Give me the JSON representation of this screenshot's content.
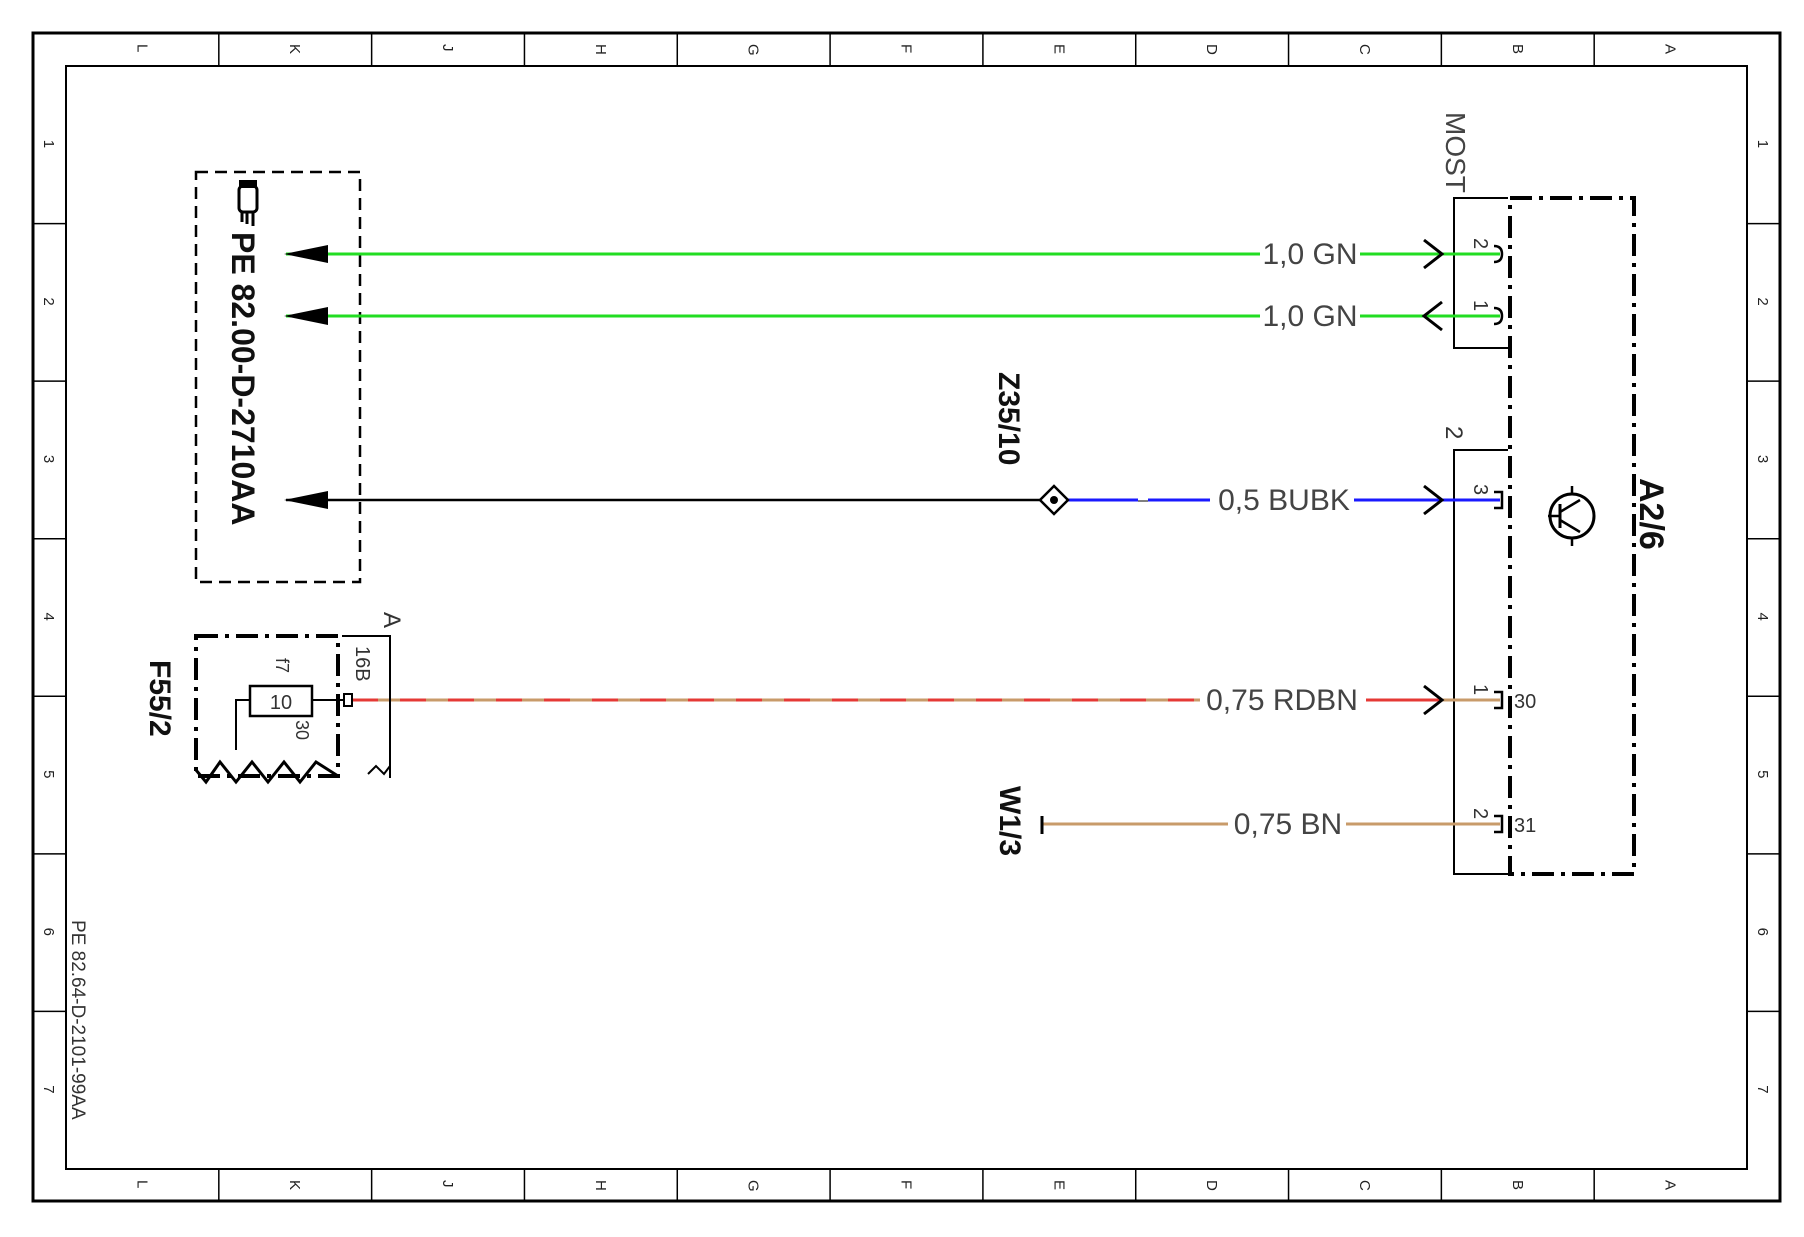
{
  "grid": {
    "columns": [
      "L",
      "K",
      "J",
      "H",
      "G",
      "F",
      "E",
      "D",
      "C",
      "B",
      "A"
    ],
    "rows": [
      "1",
      "2",
      "3",
      "4",
      "5",
      "6",
      "7"
    ]
  },
  "document_id": "PE 82.64-D-2101-99AA",
  "reference_box": {
    "text": "PE 82.00-D-2710AA",
    "icon": "pointing-hand-icon"
  },
  "components": {
    "control_unit": "A2/6",
    "control_unit_icon": "transistor-icon",
    "fuse_block": "F55/2",
    "fuse_name": "f7",
    "fuse_rating": "10",
    "fuse_pin": "30",
    "fuse_connector": "A",
    "fuse_connector_pin": "16B",
    "splice": "Z35/10",
    "ground": "W1/3",
    "most_connector": "MOST",
    "connector2_label": "2"
  },
  "wires": [
    {
      "label": "1,0 GN",
      "color": "#22dd22",
      "pin": "2"
    },
    {
      "label": "1,0 GN",
      "color": "#22dd22",
      "pin": "1"
    },
    {
      "label": "0,5 BUBK",
      "color": "#1a1aff",
      "pin": "3"
    },
    {
      "label": "0,75 RDBN",
      "color": "#e53935",
      "pin": "1",
      "terminal": "30"
    },
    {
      "label": "0,75 BN",
      "color": "#c89b6a",
      "pin": "2",
      "terminal": "31"
    }
  ],
  "colors": {
    "green": "#22dd22",
    "blue": "#1a1aff",
    "red": "#e53935",
    "brown": "#c89b6a",
    "black": "#000000"
  }
}
